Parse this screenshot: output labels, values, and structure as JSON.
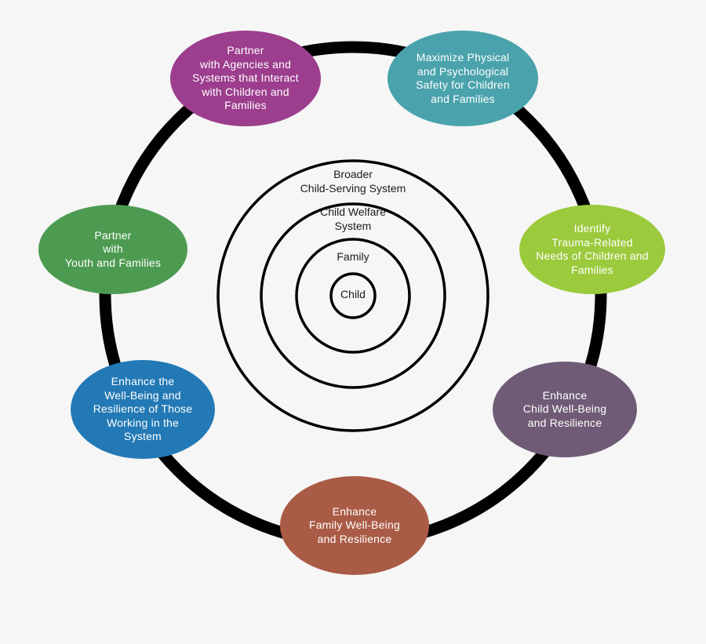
{
  "background_color": "#f6f6f6",
  "ring": {
    "color": "#010101"
  },
  "center": {
    "labels": {
      "broader": "Broader\nChild-Serving System",
      "child_welfare": "Child Welfare\nSystem",
      "family": "Family",
      "child": "Child"
    }
  },
  "nodes": [
    {
      "id": "partner-agencies",
      "label": "Partner\nwith Agencies and\nSystems that Interact\nwith Children and\nFamilies",
      "color": "#9c3d8d"
    },
    {
      "id": "maximize-safety",
      "label": "Maximize Physical\nand Psychological\nSafety for Children\nand Families",
      "color": "#4aa3ac"
    },
    {
      "id": "identify-needs",
      "label": "Identify\nTrauma-Related\nNeeds of Children and\nFamilies",
      "color": "#9bca3c"
    },
    {
      "id": "partner-youth",
      "label": "Partner\nwith\nYouth and Families",
      "color": "#4d9b51"
    },
    {
      "id": "enhance-workforce",
      "label": "Enhance the\nWell-Being and\nResilience of Those\nWorking in the\nSystem",
      "color": "#2279b5"
    },
    {
      "id": "enhance-child",
      "label": "Enhance\nChild Well-Being\nand Resilience",
      "color": "#6f5b76"
    },
    {
      "id": "enhance-family",
      "label": "Enhance\nFamily Well-Being\nand Resilience",
      "color": "#aa5b45"
    }
  ]
}
